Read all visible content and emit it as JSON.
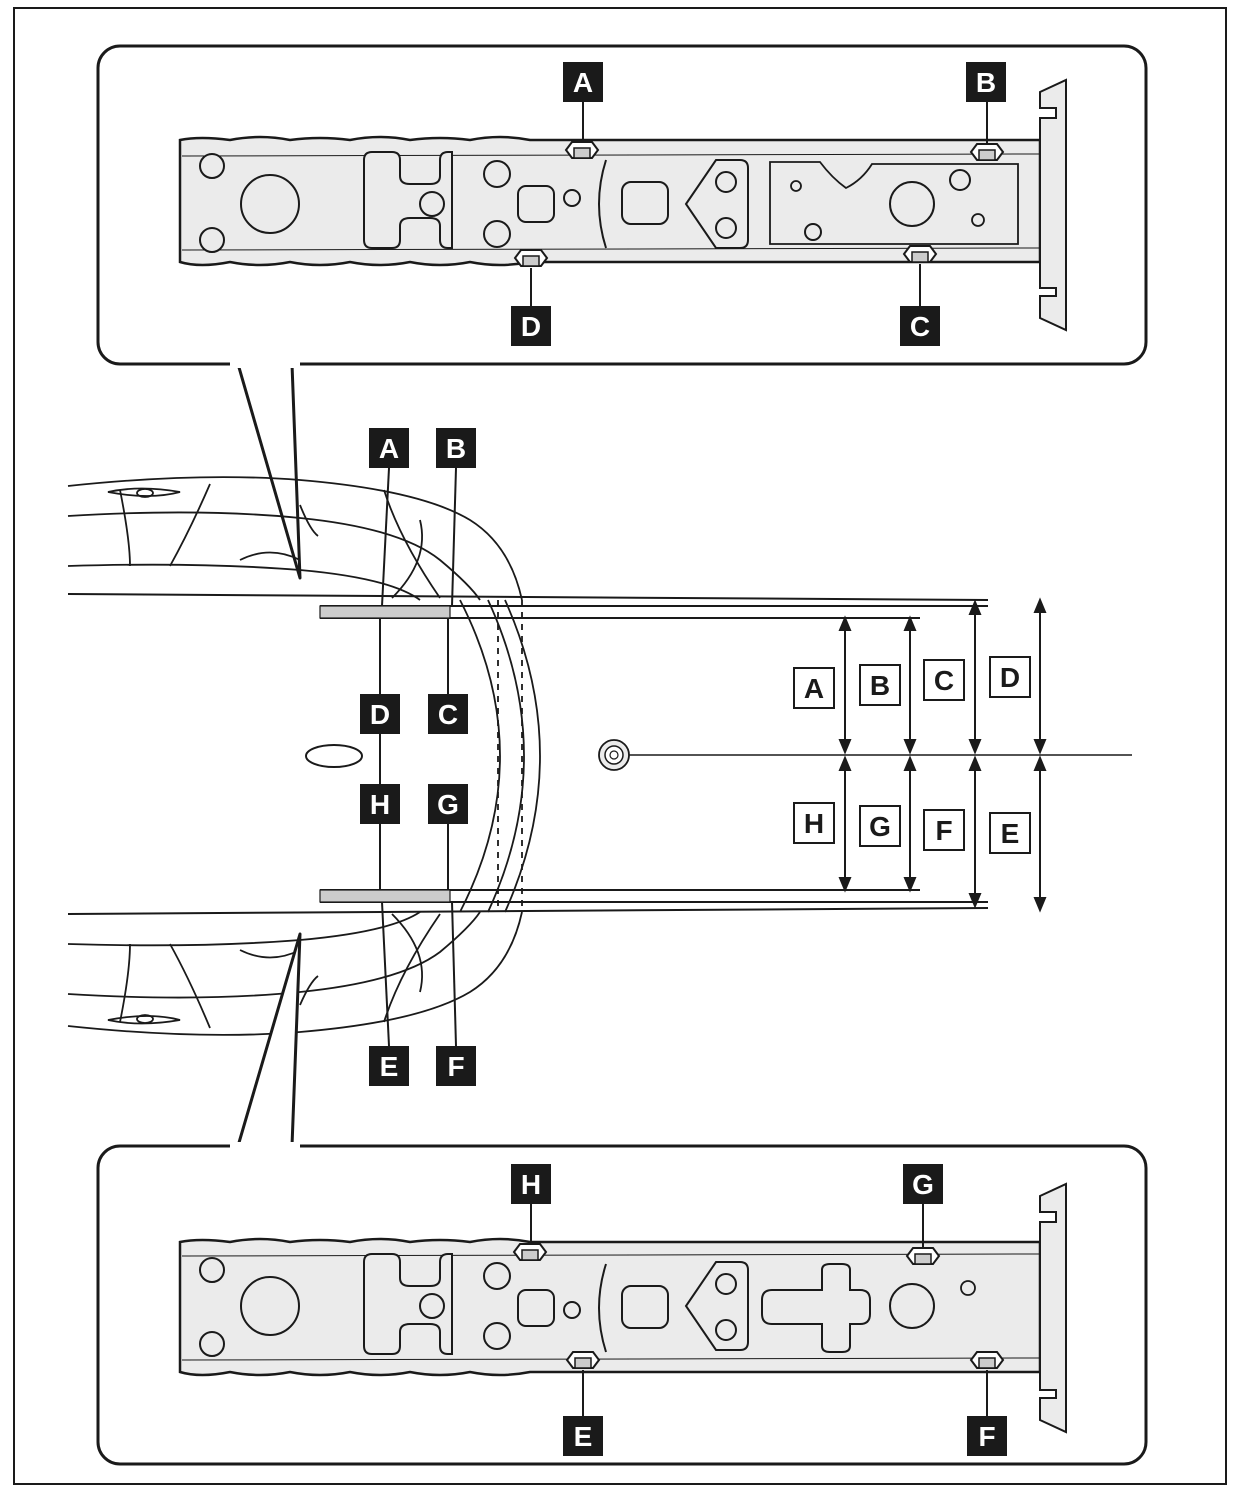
{
  "colors": {
    "ink": "#1a1a1a",
    "member_fill": "#ebebeb",
    "paper": "#ffffff",
    "label_fill_dark": "#1a1a1a",
    "label_text_dark": "#ffffff"
  },
  "top_detail": {
    "bolts_top": [
      "A",
      "B"
    ],
    "bolts_bottom": [
      "D",
      "C"
    ]
  },
  "bottom_detail": {
    "bolts_top": [
      "H",
      "G"
    ],
    "bolts_bottom": [
      "E",
      "F"
    ]
  },
  "overview": {
    "upper_labels": [
      "A",
      "B"
    ],
    "mid_upper_labels": [
      "D",
      "C"
    ],
    "mid_lower_labels": [
      "H",
      "G"
    ],
    "lower_labels": [
      "E",
      "F"
    ]
  },
  "dimensions": {
    "upper": [
      "A",
      "B",
      "C",
      "D"
    ],
    "lower": [
      "H",
      "G",
      "F",
      "E"
    ]
  }
}
